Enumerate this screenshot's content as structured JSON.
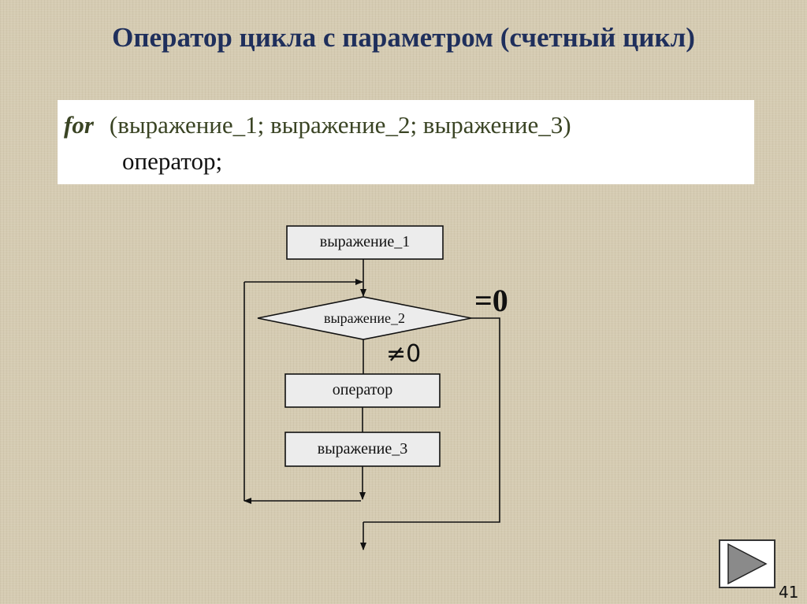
{
  "title": "Оператор цикла с параметром (счетный цикл)",
  "syntax": {
    "keyword": "for",
    "header": "(выражение_1; выражение_2; выражение_3)",
    "body": "оператор;"
  },
  "flowchart": {
    "init_box": "выражение_1",
    "condition": "выражение_2",
    "body_box": "оператор",
    "step_box": "выражение_3",
    "false_label": "=0",
    "true_label": "≠0"
  },
  "nav": {
    "next_icon": "play-triangle-icon"
  },
  "page_number": "41",
  "colors": {
    "title": "#1f2f5c",
    "keyword": "#3a4424",
    "background": "#d5cbb2",
    "box_fill": "#ececec"
  }
}
